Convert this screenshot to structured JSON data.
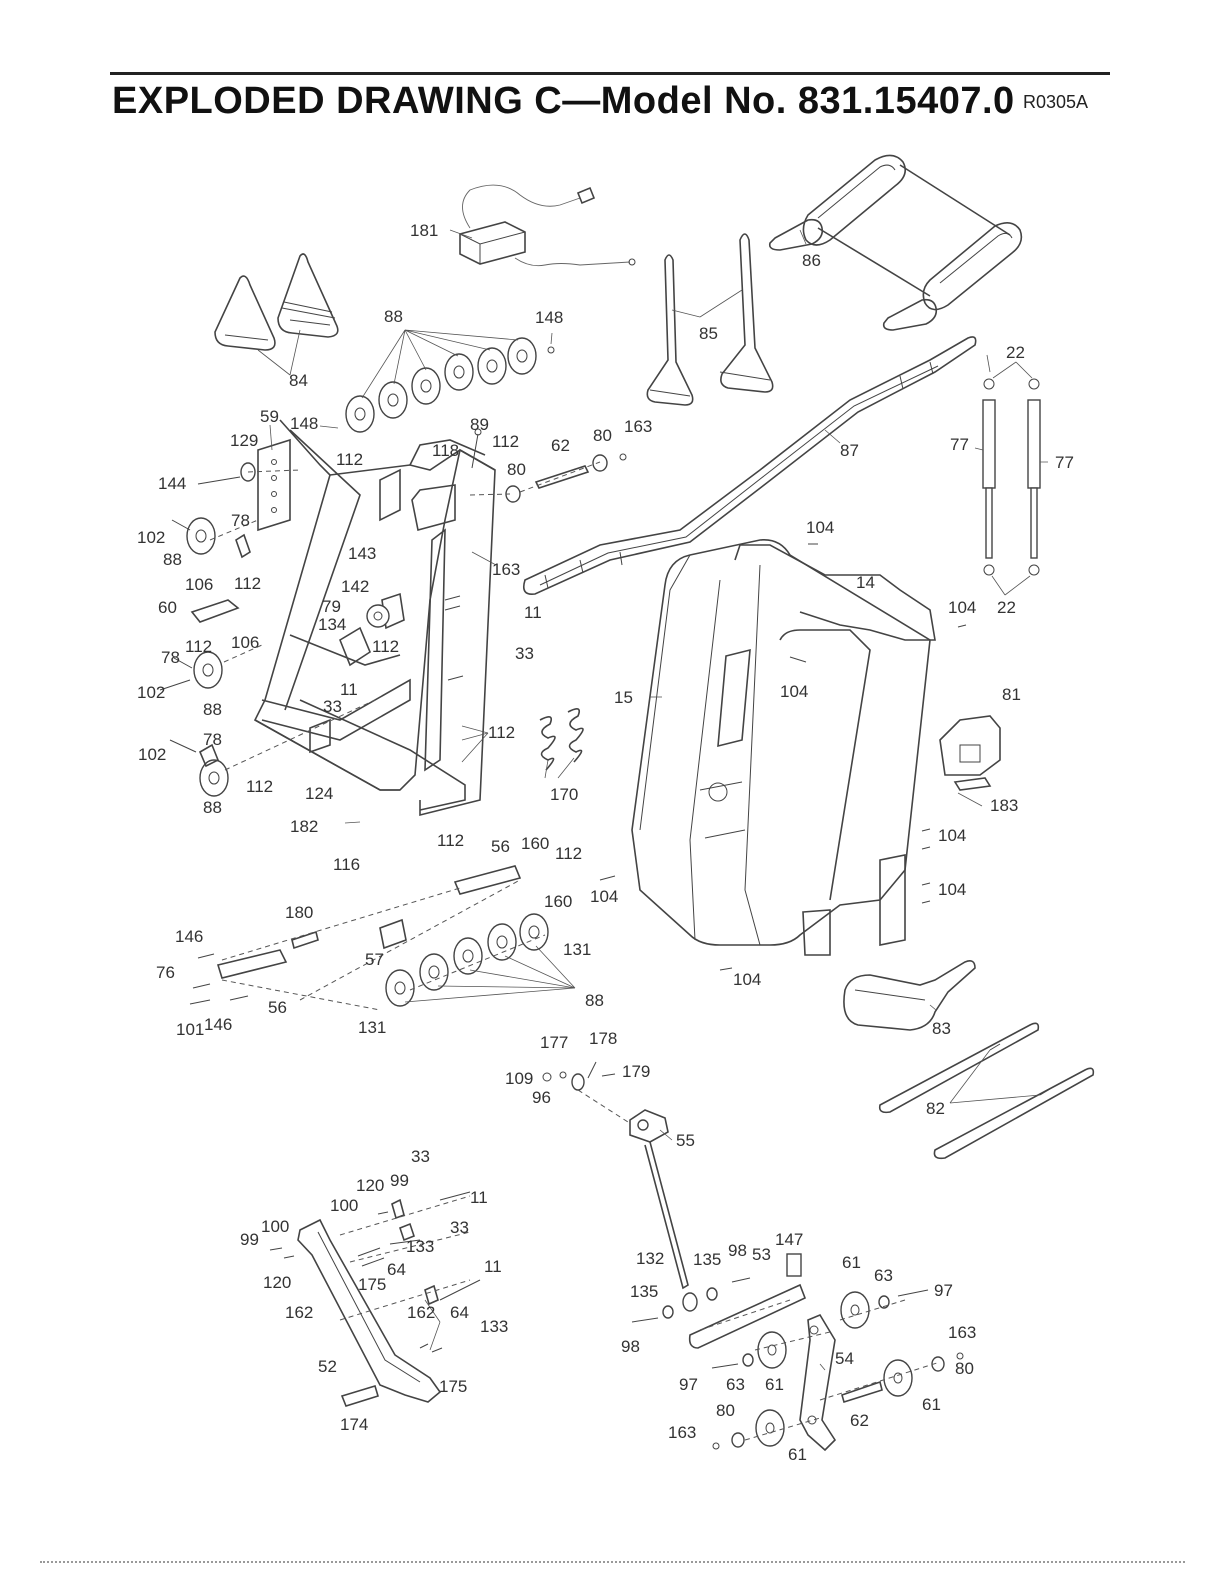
{
  "header": {
    "title": "EXPLODED DRAWING C—Model No. 831.15407.0",
    "code": "R0305A"
  },
  "callouts": [
    {
      "id": "l181",
      "text": "181"
    },
    {
      "id": "l86",
      "text": "86"
    },
    {
      "id": "l88a",
      "text": "88"
    },
    {
      "id": "l148a",
      "text": "148"
    },
    {
      "id": "l85",
      "text": "85"
    },
    {
      "id": "l84",
      "text": "84"
    },
    {
      "id": "l22a",
      "text": "22"
    },
    {
      "id": "l59",
      "text": "59"
    },
    {
      "id": "l148b",
      "text": "148"
    },
    {
      "id": "l89",
      "text": "89"
    },
    {
      "id": "l112a",
      "text": "112"
    },
    {
      "id": "l62a",
      "text": "62"
    },
    {
      "id": "l80a",
      "text": "80"
    },
    {
      "id": "l163a",
      "text": "163"
    },
    {
      "id": "l129",
      "text": "129"
    },
    {
      "id": "l118",
      "text": "118"
    },
    {
      "id": "l112b",
      "text": "112"
    },
    {
      "id": "l80b",
      "text": "80"
    },
    {
      "id": "l87",
      "text": "87"
    },
    {
      "id": "l77a",
      "text": "77"
    },
    {
      "id": "l77b",
      "text": "77"
    },
    {
      "id": "l144",
      "text": "144"
    },
    {
      "id": "l102a",
      "text": "102"
    },
    {
      "id": "l78a",
      "text": "78"
    },
    {
      "id": "l88b",
      "text": "88"
    },
    {
      "id": "l143",
      "text": "143"
    },
    {
      "id": "l163b",
      "text": "163"
    },
    {
      "id": "l104a",
      "text": "104"
    },
    {
      "id": "l106a",
      "text": "106"
    },
    {
      "id": "l112c",
      "text": "112"
    },
    {
      "id": "l142",
      "text": "142"
    },
    {
      "id": "l14",
      "text": "14"
    },
    {
      "id": "l60",
      "text": "60"
    },
    {
      "id": "l79",
      "text": "79"
    },
    {
      "id": "l11a",
      "text": "11"
    },
    {
      "id": "l104b",
      "text": "104"
    },
    {
      "id": "l22b",
      "text": "22"
    },
    {
      "id": "l134",
      "text": "134"
    },
    {
      "id": "l106b",
      "text": "106"
    },
    {
      "id": "l112d",
      "text": "112"
    },
    {
      "id": "l33a",
      "text": "33"
    },
    {
      "id": "l78b",
      "text": "78"
    },
    {
      "id": "l112e",
      "text": "112"
    },
    {
      "id": "l11b",
      "text": "11"
    },
    {
      "id": "l102b",
      "text": "102"
    },
    {
      "id": "l88c",
      "text": "88"
    },
    {
      "id": "l33b",
      "text": "33"
    },
    {
      "id": "l15",
      "text": "15"
    },
    {
      "id": "l104c",
      "text": "104"
    },
    {
      "id": "l81",
      "text": "81"
    },
    {
      "id": "l112f",
      "text": "112"
    },
    {
      "id": "l78c",
      "text": "78"
    },
    {
      "id": "l102c",
      "text": "102"
    },
    {
      "id": "l170",
      "text": "170"
    },
    {
      "id": "l88d",
      "text": "88"
    },
    {
      "id": "l112g",
      "text": "112"
    },
    {
      "id": "l124",
      "text": "124"
    },
    {
      "id": "l183",
      "text": "183"
    },
    {
      "id": "l182",
      "text": "182"
    },
    {
      "id": "l104d",
      "text": "104"
    },
    {
      "id": "l116",
      "text": "116"
    },
    {
      "id": "l112h",
      "text": "112"
    },
    {
      "id": "l56a",
      "text": "56"
    },
    {
      "id": "l160a",
      "text": "160"
    },
    {
      "id": "l112i",
      "text": "112"
    },
    {
      "id": "l104e",
      "text": "104"
    },
    {
      "id": "l160b",
      "text": "160"
    },
    {
      "id": "l104f",
      "text": "104"
    },
    {
      "id": "l180",
      "text": "180"
    },
    {
      "id": "l146a",
      "text": "146"
    },
    {
      "id": "l131a",
      "text": "131"
    },
    {
      "id": "l57",
      "text": "57"
    },
    {
      "id": "l76",
      "text": "76"
    },
    {
      "id": "l56b",
      "text": "56"
    },
    {
      "id": "l104g",
      "text": "104"
    },
    {
      "id": "l88e",
      "text": "88"
    },
    {
      "id": "l101",
      "text": "101"
    },
    {
      "id": "l146b",
      "text": "146"
    },
    {
      "id": "l131b",
      "text": "131"
    },
    {
      "id": "l83",
      "text": "83"
    },
    {
      "id": "l177",
      "text": "177"
    },
    {
      "id": "l178",
      "text": "178"
    },
    {
      "id": "l109",
      "text": "109"
    },
    {
      "id": "l179",
      "text": "179"
    },
    {
      "id": "l96",
      "text": "96"
    },
    {
      "id": "l82",
      "text": "82"
    },
    {
      "id": "l55",
      "text": "55"
    },
    {
      "id": "l33c",
      "text": "33"
    },
    {
      "id": "l120a",
      "text": "120"
    },
    {
      "id": "l99a",
      "text": "99"
    },
    {
      "id": "l11c",
      "text": "11"
    },
    {
      "id": "l100a",
      "text": "100"
    },
    {
      "id": "l33d",
      "text": "33"
    },
    {
      "id": "l100b",
      "text": "100"
    },
    {
      "id": "l99b",
      "text": "99"
    },
    {
      "id": "l133a",
      "text": "133"
    },
    {
      "id": "l147",
      "text": "147"
    },
    {
      "id": "l120b",
      "text": "120"
    },
    {
      "id": "l64a",
      "text": "64"
    },
    {
      "id": "l175a",
      "text": "175"
    },
    {
      "id": "l11d",
      "text": "11"
    },
    {
      "id": "l132",
      "text": "132"
    },
    {
      "id": "l135a",
      "text": "135"
    },
    {
      "id": "l98a",
      "text": "98"
    },
    {
      "id": "l53",
      "text": "53"
    },
    {
      "id": "l61a",
      "text": "61"
    },
    {
      "id": "l63a",
      "text": "63"
    },
    {
      "id": "l97a",
      "text": "97"
    },
    {
      "id": "l162a",
      "text": "162"
    },
    {
      "id": "l162b",
      "text": "162"
    },
    {
      "id": "l64b",
      "text": "64"
    },
    {
      "id": "l133b",
      "text": "133"
    },
    {
      "id": "l135b",
      "text": "135"
    },
    {
      "id": "l163c",
      "text": "163"
    },
    {
      "id": "l98b",
      "text": "98"
    },
    {
      "id": "l54",
      "text": "54"
    },
    {
      "id": "l80c",
      "text": "80"
    },
    {
      "id": "l52",
      "text": "52"
    },
    {
      "id": "l175b",
      "text": "175"
    },
    {
      "id": "l97b",
      "text": "97"
    },
    {
      "id": "l63b",
      "text": "63"
    },
    {
      "id": "l61b",
      "text": "61"
    },
    {
      "id": "l61c",
      "text": "61"
    },
    {
      "id": "l174",
      "text": "174"
    },
    {
      "id": "l80d",
      "text": "80"
    },
    {
      "id": "l62b",
      "text": "62"
    },
    {
      "id": "l163d",
      "text": "163"
    },
    {
      "id": "l61d",
      "text": "61"
    }
  ]
}
